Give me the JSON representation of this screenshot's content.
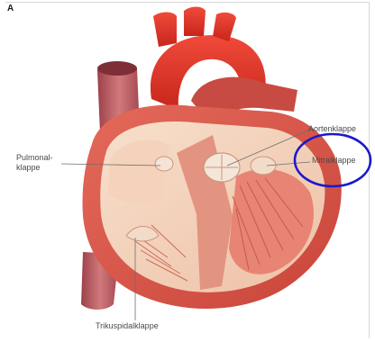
{
  "panel_letter": "A",
  "labels": {
    "pulmonal_line1": "Pulmonal-",
    "pulmonal_line2": "klappe",
    "aorten": "Aortenklappe",
    "mitral": "Mitralklappe",
    "trikuspidal": "Trikuspidalklappe"
  },
  "colors": {
    "aorta": "#e0362a",
    "muscle": "#d9564a",
    "tissue": "#f0b9a0",
    "interior": "#f6dcc4",
    "vein": "#b9575e",
    "highlight_ellipse": "#1a1acb"
  }
}
